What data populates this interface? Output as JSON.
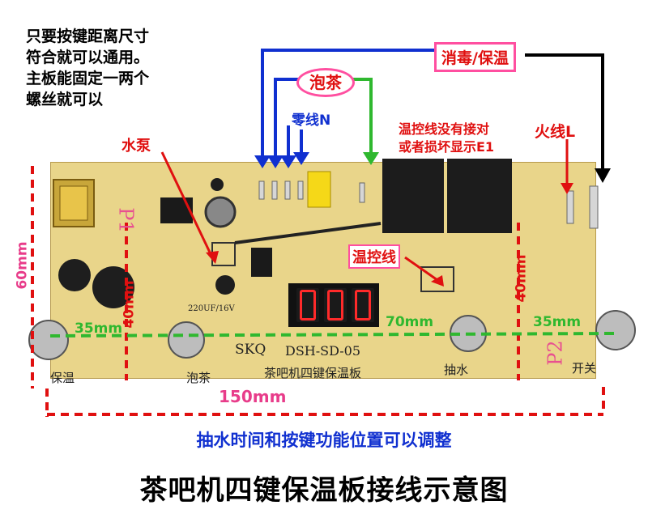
{
  "note_lines": [
    "只要按键距离尺寸",
    "符合就可以通用。",
    "主板能固定一两个",
    "螺丝就可以"
  ],
  "labels": {
    "xiaodu": "消毒/保温",
    "paocha": "泡茶",
    "lingxian": "零线N",
    "huoxian": "火线L",
    "shuibeng": "水泵",
    "wenkong_note_1": "温控线没有接对",
    "wenkong_note_2": "或者损坏显示E1",
    "wenkongxian": "温控线"
  },
  "dimensions": {
    "height_60": "60mm",
    "h40_left": "40mm",
    "h40_right": "40mm",
    "w35_left": "35mm",
    "w70": "70mm",
    "w35_right": "35mm",
    "w150": "150mm"
  },
  "board_silk": {
    "model_brand": "SKQ",
    "model": "DSH-SD-05",
    "board_name": "茶吧机四键保温板",
    "btn_baowen": "保温",
    "btn_paocha": "泡茶",
    "btn_choushui": "抽水",
    "btn_kaiguan": "开关",
    "p1": "P1",
    "p2": "P2",
    "cap": "220UF/16V"
  },
  "bottom_note": "抽水时间和按键功能位置可以调整",
  "title": "茶吧机四键保温板接线示意图",
  "colors": {
    "red": "#e01010",
    "blue": "#1030d0",
    "green": "#2fb82f",
    "pink": "#e83c8a",
    "board": "#e9d58a"
  }
}
